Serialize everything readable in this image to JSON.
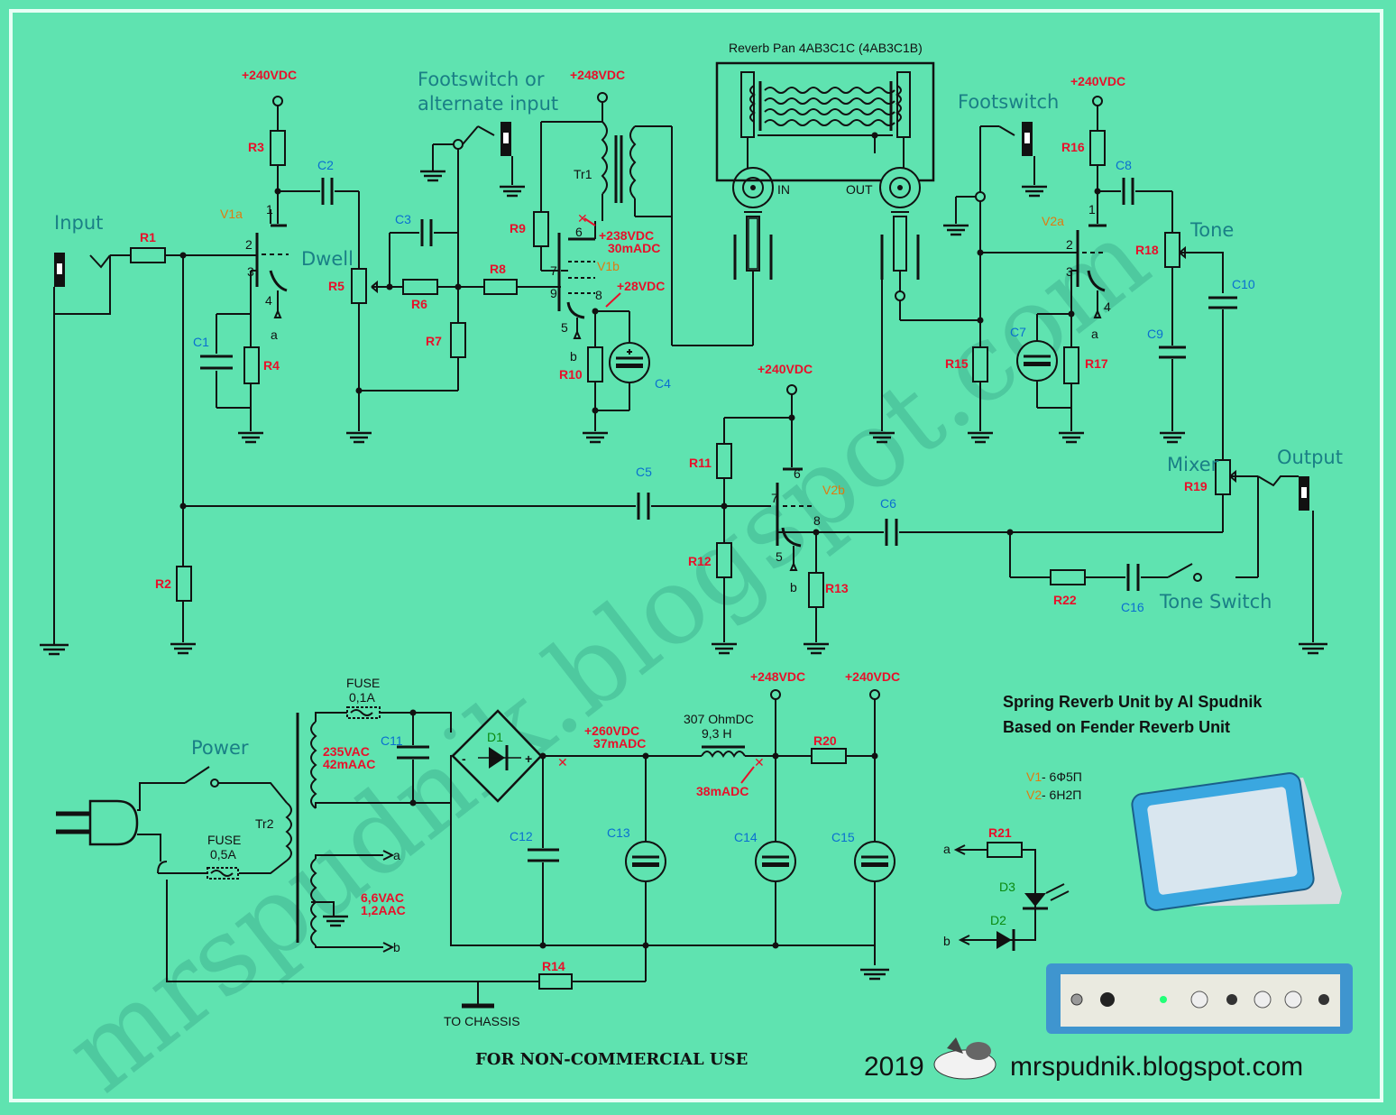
{
  "title": "Reverb Pan 4AB3C1C (4AB3C1B)",
  "watermark": "mrspudnik.blogspot.com",
  "labels": {
    "input": "Input",
    "footswitch_alt": "Footswitch or",
    "footswitch_alt2": "alternate input",
    "dwell": "Dwell",
    "footswitch": "Footswitch",
    "tone": "Tone",
    "mixer": "Mixer",
    "output": "Output",
    "tone_switch": "Tone Switch",
    "power": "Power",
    "in": "IN",
    "out": "OUT",
    "to_chassis": "TO CHASSIS",
    "noncommercial": "FOR NON-COMMERCIAL USE",
    "year": "2019",
    "site": "mrspudnik.blogspot.com",
    "credit1": "Spring Reverb Unit by Al Spudnik",
    "credit2": "Based on Fender Reverb Unit",
    "v1_tube": "V1",
    "v1_type": " - 6Ф5П",
    "v2_tube": "V2",
    "v2_type": " - 6Н2П"
  },
  "voltages": {
    "v240a": "+240VDC",
    "v248a": "+248VDC",
    "v240b": "+240VDC",
    "v240c": "+240VDC",
    "v248b": "+248VDC",
    "v240d": "+240VDC",
    "v238": "+238VDC",
    "i30": "30mADC",
    "v28": "+28VDC",
    "v260": "+260VDC",
    "i37": "37mADC",
    "i38": "38mADC",
    "ac235": "235VAC",
    "ac42": "42mAAC",
    "ac66": "6,6VAC",
    "ac12": "1,2AAC"
  },
  "parts": {
    "R1": "R1",
    "R2": "R2",
    "R3": "R3",
    "R4": "R4",
    "R5": "R5",
    "R6": "R6",
    "R7": "R7",
    "R8": "R8",
    "R9": "R9",
    "R10": "R10",
    "R11": "R11",
    "R12": "R12",
    "R13": "R13",
    "R14": "R14",
    "R15": "R15",
    "R16": "R16",
    "R17": "R17",
    "R18": "R18",
    "R19": "R19",
    "R20": "R20",
    "R21": "R21",
    "R22": "R22",
    "C1": "C1",
    "C2": "C2",
    "C3": "C3",
    "C4": "C4",
    "C5": "C5",
    "C6": "C6",
    "C7": "C7",
    "C8": "C8",
    "C9": "C9",
    "C10": "C10",
    "C11": "C11",
    "C12": "C12",
    "C13": "C13",
    "C14": "C14",
    "C15": "C15",
    "C16": "C16",
    "V1a": "V1a",
    "V1b": "V1b",
    "V2a": "V2a",
    "V2b": "V2b",
    "Tr1": "Tr1",
    "Tr2": "Tr2",
    "D1": "D1",
    "D2": "D2",
    "D3": "D3"
  },
  "pins": {
    "p1": "1",
    "p2": "2",
    "p3": "3",
    "p4": "4",
    "p5": "5",
    "p6": "6",
    "p7": "7",
    "p8": "8",
    "p9": "9",
    "a": "a",
    "b": "b"
  },
  "fuse1": {
    "label": "FUSE",
    "value": "0,1A"
  },
  "fuse2": {
    "label": "FUSE",
    "value": "0,5A"
  },
  "choke": {
    "r": "307 OhmDC",
    "l": "9,3 H"
  },
  "colors": {
    "background": "#5fe3b0",
    "wire": "#111111",
    "voltage": "#e8102a",
    "cap_label": "#0a6fd0",
    "tube_label": "#e07a10",
    "diode_label": "#0a8a10",
    "title_text": "#1a7f86"
  }
}
